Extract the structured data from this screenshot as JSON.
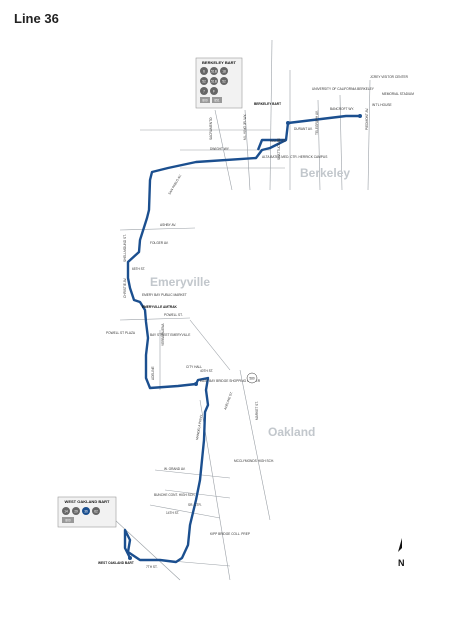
{
  "title": "Line 36",
  "cities": [
    "Berkeley",
    "Emeryville",
    "Oakland"
  ],
  "berkeley_bart": {
    "title": "BERKELEY BART",
    "badges": [
      "6",
      "51B",
      "18",
      "52",
      "51B",
      "52",
      "7",
      "F",
      "800",
      "851"
    ]
  },
  "west_oakland_bart": {
    "title": "WEST OAKLAND BART",
    "badges": [
      "14",
      "29",
      "36",
      "62",
      "800"
    ]
  },
  "landmarks": {
    "berkeley_bart": "BERKELEY BART",
    "uc_berkeley": "UNIVERSITY OF CALIFORNIA BERKELEY",
    "jcrey_visitor": "JCREY VISITOR CENTER",
    "memorial_stadium": "MEMORIAL STADIUM",
    "intl_house": "INT'L HOUSE",
    "alta_bates": "ALTA BATES MED. CTR. HERRICK CAMPUS",
    "emeryville_library": "EMERY BAY PUBLIC MARKET",
    "emeryville_amtrak": "EMERYVILLE AMTRAK",
    "bay_street": "BAY STREET EMERYVILLE",
    "powell_plaza": "POWELL ST PLAZA",
    "city_hall": "CITY HALL",
    "east_bay_bridge": "EAST BAY BRIDGE SHOPPING CENTER",
    "mcclymonds": "MCCLYMONDS HIGH SCH.",
    "bunche": "BUNCHE CONT. HIGH SCH.",
    "sr_ctr": "SR. CTR.",
    "kipp_bridge": "KIPP BRIDGE COLL. PREP",
    "west_oakland_bart": "WEST OAKLAND BART"
  },
  "streets": {
    "shattuck": "SHATTUCK AV.",
    "mlk": "M.L.KING JR. WY.",
    "sacramento": "SACRAMENTO",
    "dwight": "DWIGHT WY.",
    "durant": "DURANT AV.",
    "bancroft": "BANCROFT WY.",
    "haste": "HASTE ST.",
    "telegraph": "TELEGRAPH AV.",
    "piedmont": "PIEDMONT AV.",
    "san_pablo": "SAN PABLO AV.",
    "ashby": "ASHBY AV.",
    "folger": "FOLGER AV.",
    "shellmound": "SHELLMOUND ST.",
    "christie": "CHRISTIE AV.",
    "65th": "65TH ST.",
    "powell": "POWELL ST.",
    "40th": "40TH ST.",
    "mandela": "MANDELA PKWY.",
    "grand": "W. GRAND AV.",
    "14th": "14TH ST.",
    "7th": "7TH ST.",
    "yerba": "YERBA BUENA",
    "adeline": "ADELINE ST.",
    "market": "MARKET ST.",
    "ahm": "ADELINE",
    "580": "580"
  },
  "north_label": "N",
  "colors": {
    "route": "#1b4f8f",
    "city": "#c2c7cc",
    "road": "#9aa0a6"
  }
}
